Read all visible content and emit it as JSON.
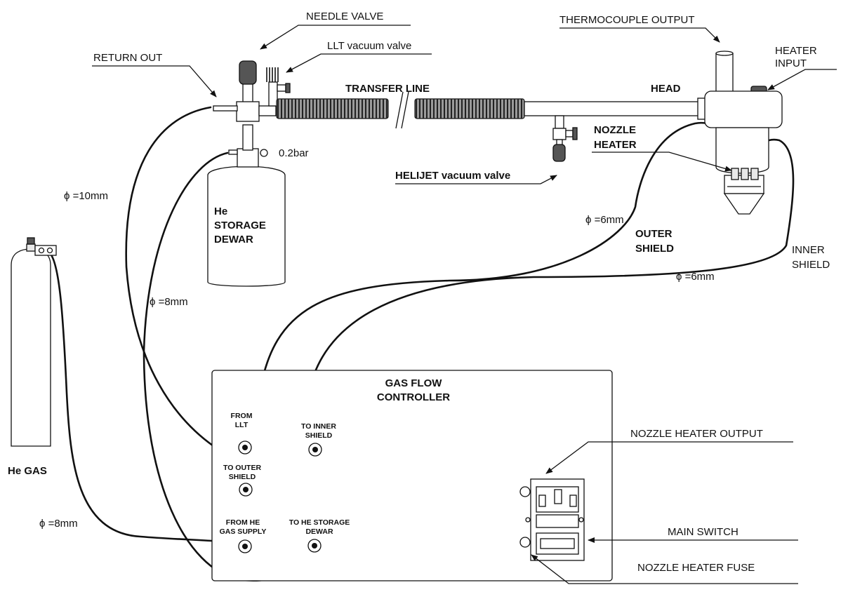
{
  "labels": {
    "needle_valve": "NEEDLE VALVE",
    "thermocouple_output": "THERMOCOUPLE OUTPUT",
    "heater_input_1": "HEATER",
    "heater_input_2": "INPUT",
    "return_out": "RETURN OUT",
    "llt_vacuum_valve": "LLT vacuum valve",
    "transfer_line": "TRANSFER LINE",
    "head": "HEAD",
    "nozzle_heater_1": "NOZZLE",
    "nozzle_heater_2": "HEATER",
    "pressure": "0.2bar",
    "dewar_1": "He",
    "dewar_2": "STORAGE",
    "dewar_3": "DEWAR",
    "helijet_vacuum_valve": "HELIJET vacuum valve",
    "phi_10mm": "ϕ =10mm",
    "phi_6mm_a": "ϕ =6mm",
    "outer_shield_1": "OUTER",
    "outer_shield_2": "SHIELD",
    "inner_shield_1": "INNER",
    "inner_shield_2": "SHIELD",
    "phi_6mm_b": "ϕ =6mm",
    "phi_8mm_a": "ϕ =8mm",
    "he_gas": "He GAS",
    "phi_8mm_b": "ϕ =8mm",
    "controller_1": "GAS FLOW",
    "controller_2": "CONTROLLER",
    "from_llt_1": "FROM",
    "from_llt_2": "LLT",
    "to_inner_1": "TO INNER",
    "to_inner_2": "SHIELD",
    "to_outer_1": "TO OUTER",
    "to_outer_2": "SHIELD",
    "from_he_1": "FROM HE",
    "from_he_2": "GAS SUPPLY",
    "to_dewar_1": "TO HE STORAGE",
    "to_dewar_2": "DEWAR",
    "nozzle_heater_output": "NOZZLE HEATER OUTPUT",
    "main_switch": "MAIN SWITCH",
    "nozzle_heater_fuse": "NOZZLE HEATER FUSE"
  }
}
